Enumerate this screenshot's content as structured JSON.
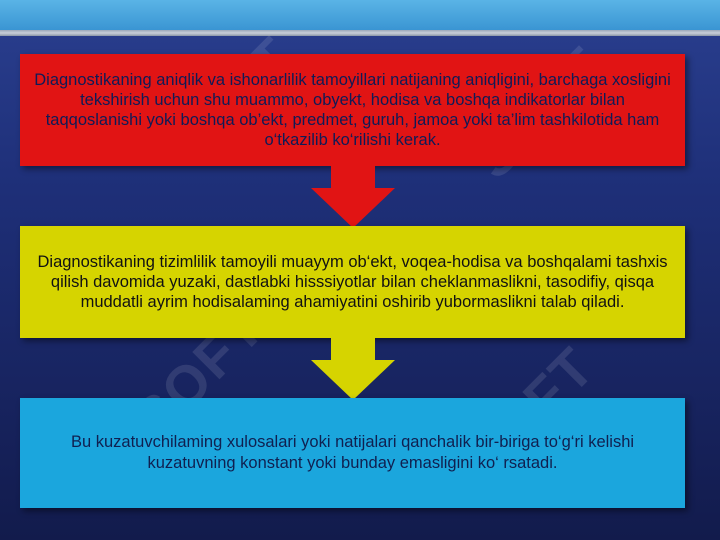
{
  "slide": {
    "background_color": "#1e2f78",
    "band_color": "#3a95d3",
    "watermark_text": "SOFT"
  },
  "boxes": [
    {
      "color": "#e11414",
      "text": "Diagnostikaning aniqlik va ishonarlilik tamoyillari natijaning aniqligini, barchaga xosligini tekshirish uchun shu muammo, obyekt, hodisa va boshqa indikatorlar bilan taqqoslanishi yoki boshqa ob’ekt, predmet, guruh, jamoa yoki ta’lim tashkilotida ham o‘tkazilib ko‘rilishi kerak."
    },
    {
      "color": "#d6d400",
      "text": "Diagnostikaning tizimlilik tamoyili muayym ob‘ekt, voqea-hodisa va boshqalami tashxis qilish davomida yuzaki, dastlabki hisssiyotlar bilan cheklanmaslikni, tasodifiy, qisqa muddatli ayrim hodisalaming ahamiyatini oshirib yubormaslikni talab qiladi."
    },
    {
      "color": "#1ba6dd",
      "text": "Bu kuzatuvchilaming xulosalari yoki natijalari qanchalik bir-biriga to‘g‘ri kelishi kuzatuvning konstant yoki bunday emasligini ko‘ rsatadi."
    }
  ]
}
